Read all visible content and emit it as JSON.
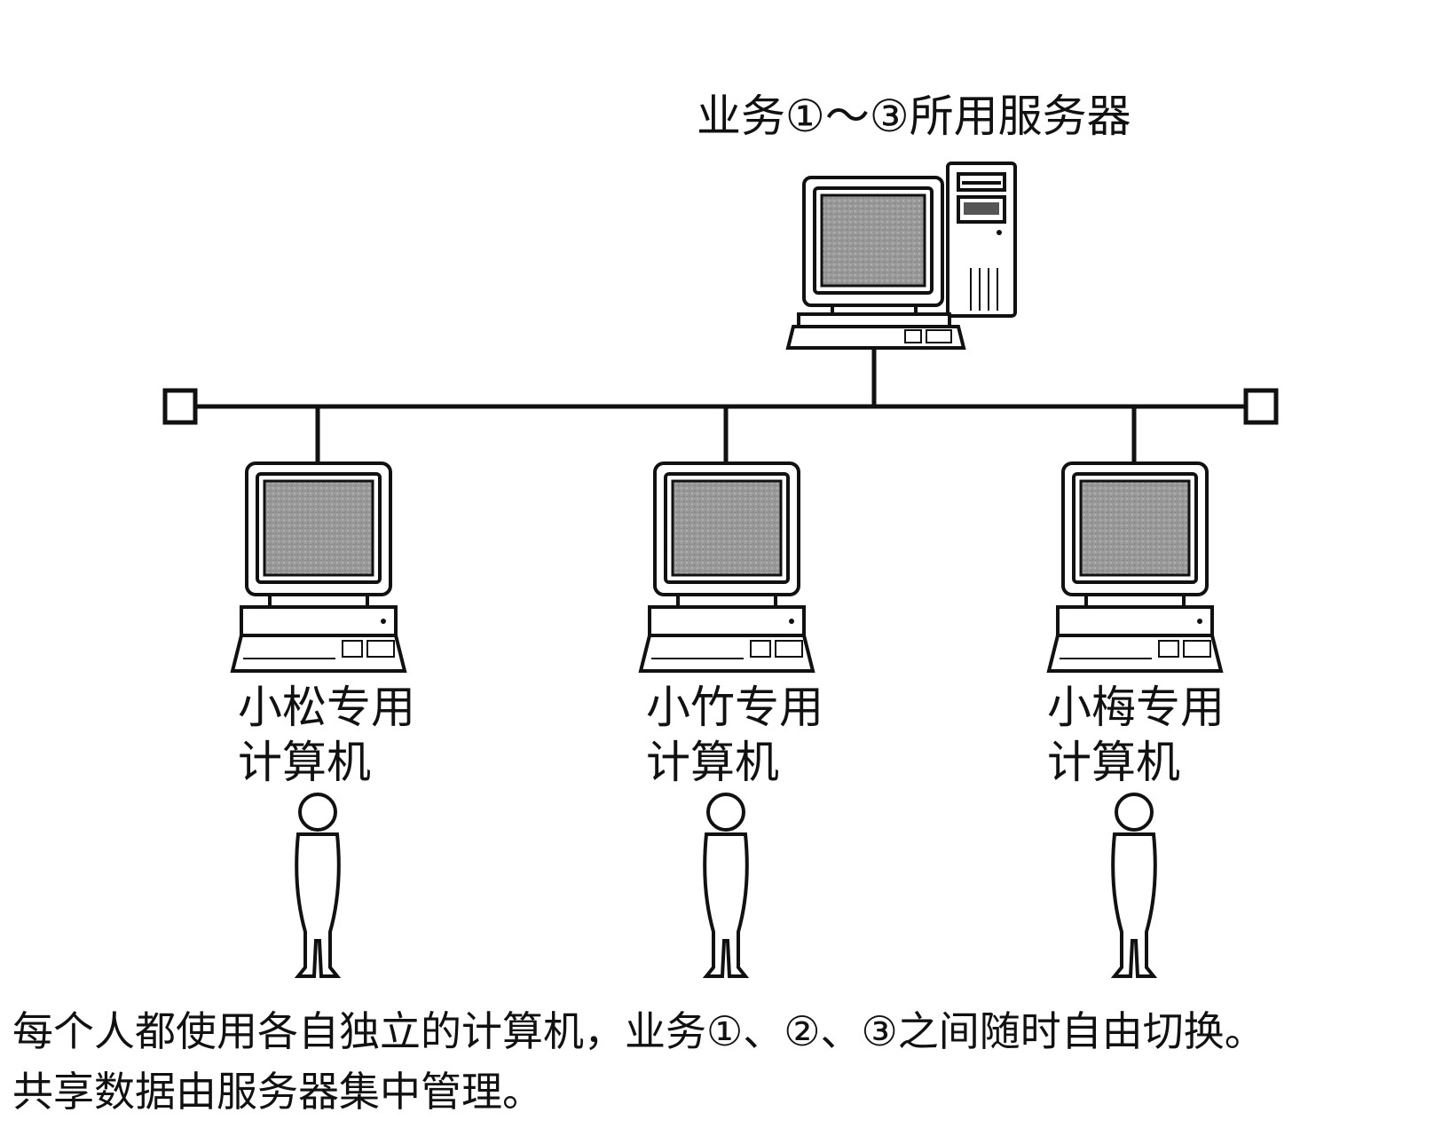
{
  "server": {
    "label": "业务①～③所用服务器",
    "icon": "server-computer-icon"
  },
  "network": {
    "icon": "network-bus-line"
  },
  "computers": [
    {
      "line1": "小松专用",
      "line2": "计算机",
      "icon": "desktop-computer-icon",
      "person_icon": "person-icon"
    },
    {
      "line1": "小竹专用",
      "line2": "计算机",
      "icon": "desktop-computer-icon",
      "person_icon": "person-icon"
    },
    {
      "line1": "小梅专用",
      "line2": "计算机",
      "icon": "desktop-computer-icon",
      "person_icon": "person-icon"
    }
  ],
  "caption": {
    "line1": "每个人都使用各自独立的计算机，业务①、②、③之间随时自由切换。",
    "line2": "共享数据由服务器集中管理。"
  },
  "colors": {
    "ink": "#111111",
    "screen": "#9a9a9a",
    "background": "#ffffff"
  }
}
